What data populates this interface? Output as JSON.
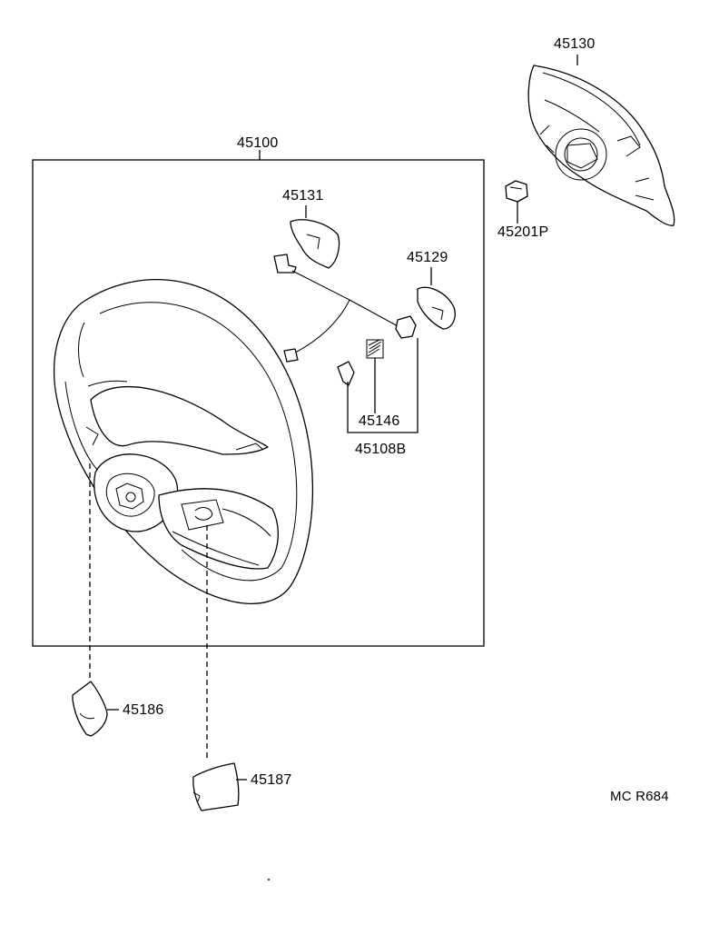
{
  "labels": {
    "p45130": "45130",
    "p45100": "45100",
    "p45131": "45131",
    "p45129": "45129",
    "p45201p": "45201P",
    "p45146": "45146",
    "p45108b": "45108B",
    "p45186": "45186",
    "p45187": "45187",
    "drawing_code": "MC R684"
  }
}
